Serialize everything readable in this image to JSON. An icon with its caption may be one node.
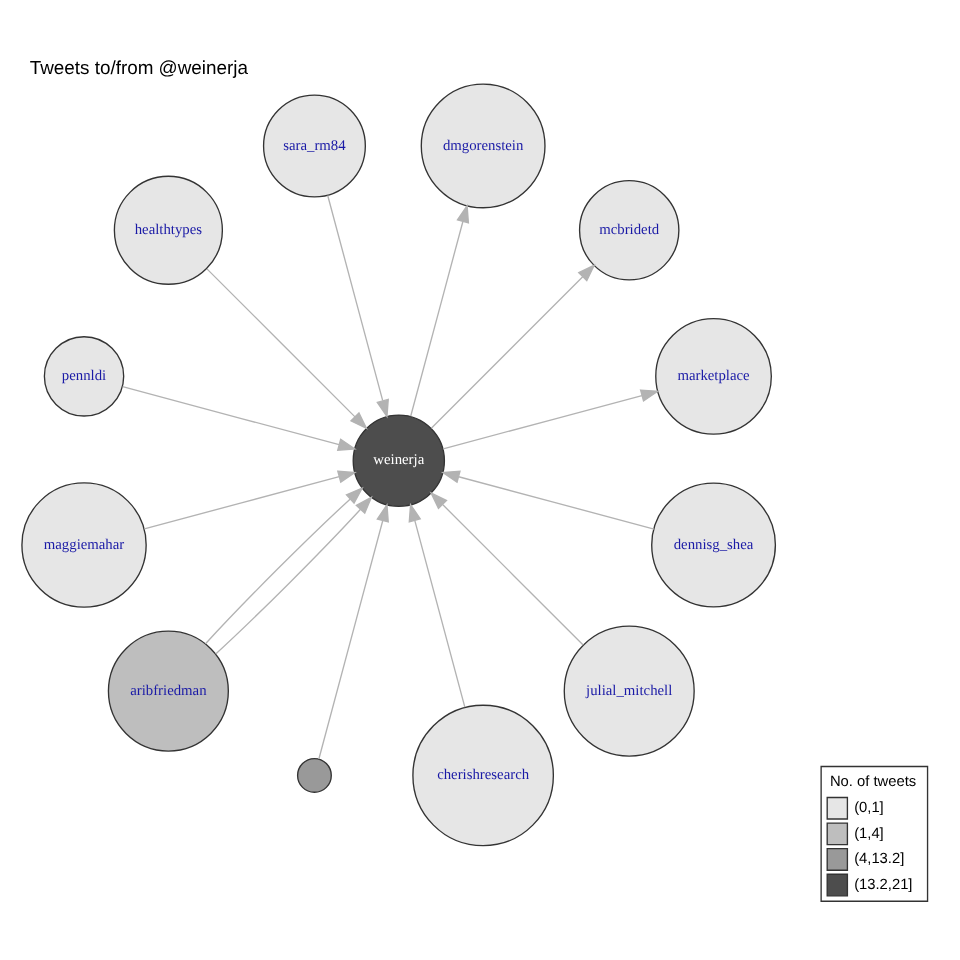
{
  "diagram": {
    "title": "Tweets to/from @weinerja",
    "nodes": [
      {
        "text": [
          "sara_rm84"
        ]
      },
      {
        "text": [
          "healthtypes"
        ]
      },
      {
        "text": [
          "pennldi"
        ]
      },
      {
        "text": [
          "marketplace"
        ]
      },
      {
        "text": [
          "maggiemahar"
        ]
      },
      {
        "text": [
          "aribfriedman"
        ]
      },
      {
        "text": [
          "weinerja"
        ]
      },
      {
        "text": [],
        "shape": "circle"
      },
      {
        "text": [
          "cherishresearch"
        ]
      },
      {
        "text": [
          "mcbridetd"
        ]
      },
      {
        "text": [
          "julial_mitchell"
        ]
      },
      {
        "text": [
          "dmgorenstein"
        ]
      },
      {
        "text": [
          "dennisg_shea"
        ]
      }
    ],
    "edges": [
      {
        "from": 0,
        "to": 6,
        "arrow": "to"
      },
      {
        "from": 1,
        "to": 6,
        "arrow": "to"
      },
      {
        "from": 2,
        "to": 6,
        "arrow": "to"
      },
      {
        "from": 6,
        "to": 3,
        "arrow": "to"
      },
      {
        "from": 4,
        "to": 6,
        "arrow": "to"
      },
      {
        "from": 5,
        "to": 6,
        "arrow": "to"
      },
      {
        "from": 5,
        "to": 6,
        "arrow": "to"
      },
      {
        "from": 7,
        "to": 6,
        "arrow": "to"
      },
      {
        "from": 8,
        "to": 6,
        "arrow": "to"
      },
      {
        "from": 6,
        "to": 9,
        "arrow": "to"
      },
      {
        "from": 10,
        "to": 6,
        "arrow": "to"
      },
      {
        "from": 6,
        "to": 11,
        "arrow": "to"
      },
      {
        "from": 12,
        "to": 6,
        "arrow": "to"
      }
    ],
    "labels": [
      "No. of tweets"
    ],
    "legend": [
      {
        "text": "(0,1]",
        "color": "#e6e6e6"
      },
      {
        "text": "(1,4]",
        "color": "#bebebe"
      },
      {
        "text": "(4,13.2]",
        "color": "#999999"
      },
      {
        "text": "(13.2,21]",
        "color": "#4d4d4d"
      }
    ]
  }
}
